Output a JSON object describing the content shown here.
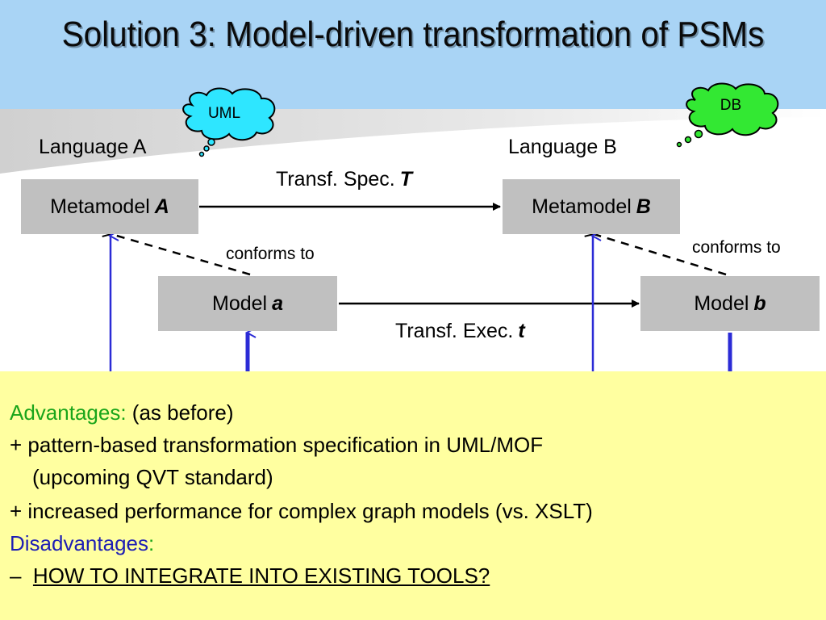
{
  "title": "Solution 3: Model-driven transformation of PSMs",
  "clouds": {
    "left": "UML",
    "right": "DB"
  },
  "languages": {
    "a": "Language A",
    "b": "Language B"
  },
  "metamodels": {
    "a_prefix": "Metamodel",
    "a_var": "A",
    "b_prefix": "Metamodel",
    "b_var": "B"
  },
  "models": {
    "a_prefix": "Model",
    "a_var": "a",
    "b_prefix": "Model",
    "b_var": "b"
  },
  "arrows": {
    "spec_prefix": "Transf. Spec.",
    "spec_var": "T",
    "exec_prefix": "Transf. Exec.",
    "exec_var": "t",
    "conforms_left": "conforms to",
    "conforms_right": "conforms to"
  },
  "panel": {
    "advantages_label": "Advantages:",
    "advantages_note": "(as before)",
    "adv1": "+ pattern-based transformation specification in UML/MOF",
    "adv1_cont": "(upcoming QVT standard)",
    "adv2": "+ increased performance for complex graph models (vs. XSLT)",
    "disadvantages_label": "Disadvantages",
    "disadvantages_colon": ":",
    "dis_dash": "–",
    "dis1": "HOW TO INTEGRATE INTO EXISTING TOOLS?"
  },
  "colors": {
    "title_band": "#a9d4f5",
    "box_fill": "#c0c0c0",
    "panel_fill": "#ffffa0",
    "cloud_left": "#2ee6ff",
    "cloud_right": "#33e833",
    "vertical_arrow": "#2b2bd6",
    "advantages_text": "#1aa51a",
    "disadvantages_text": "#1e1eb4"
  }
}
